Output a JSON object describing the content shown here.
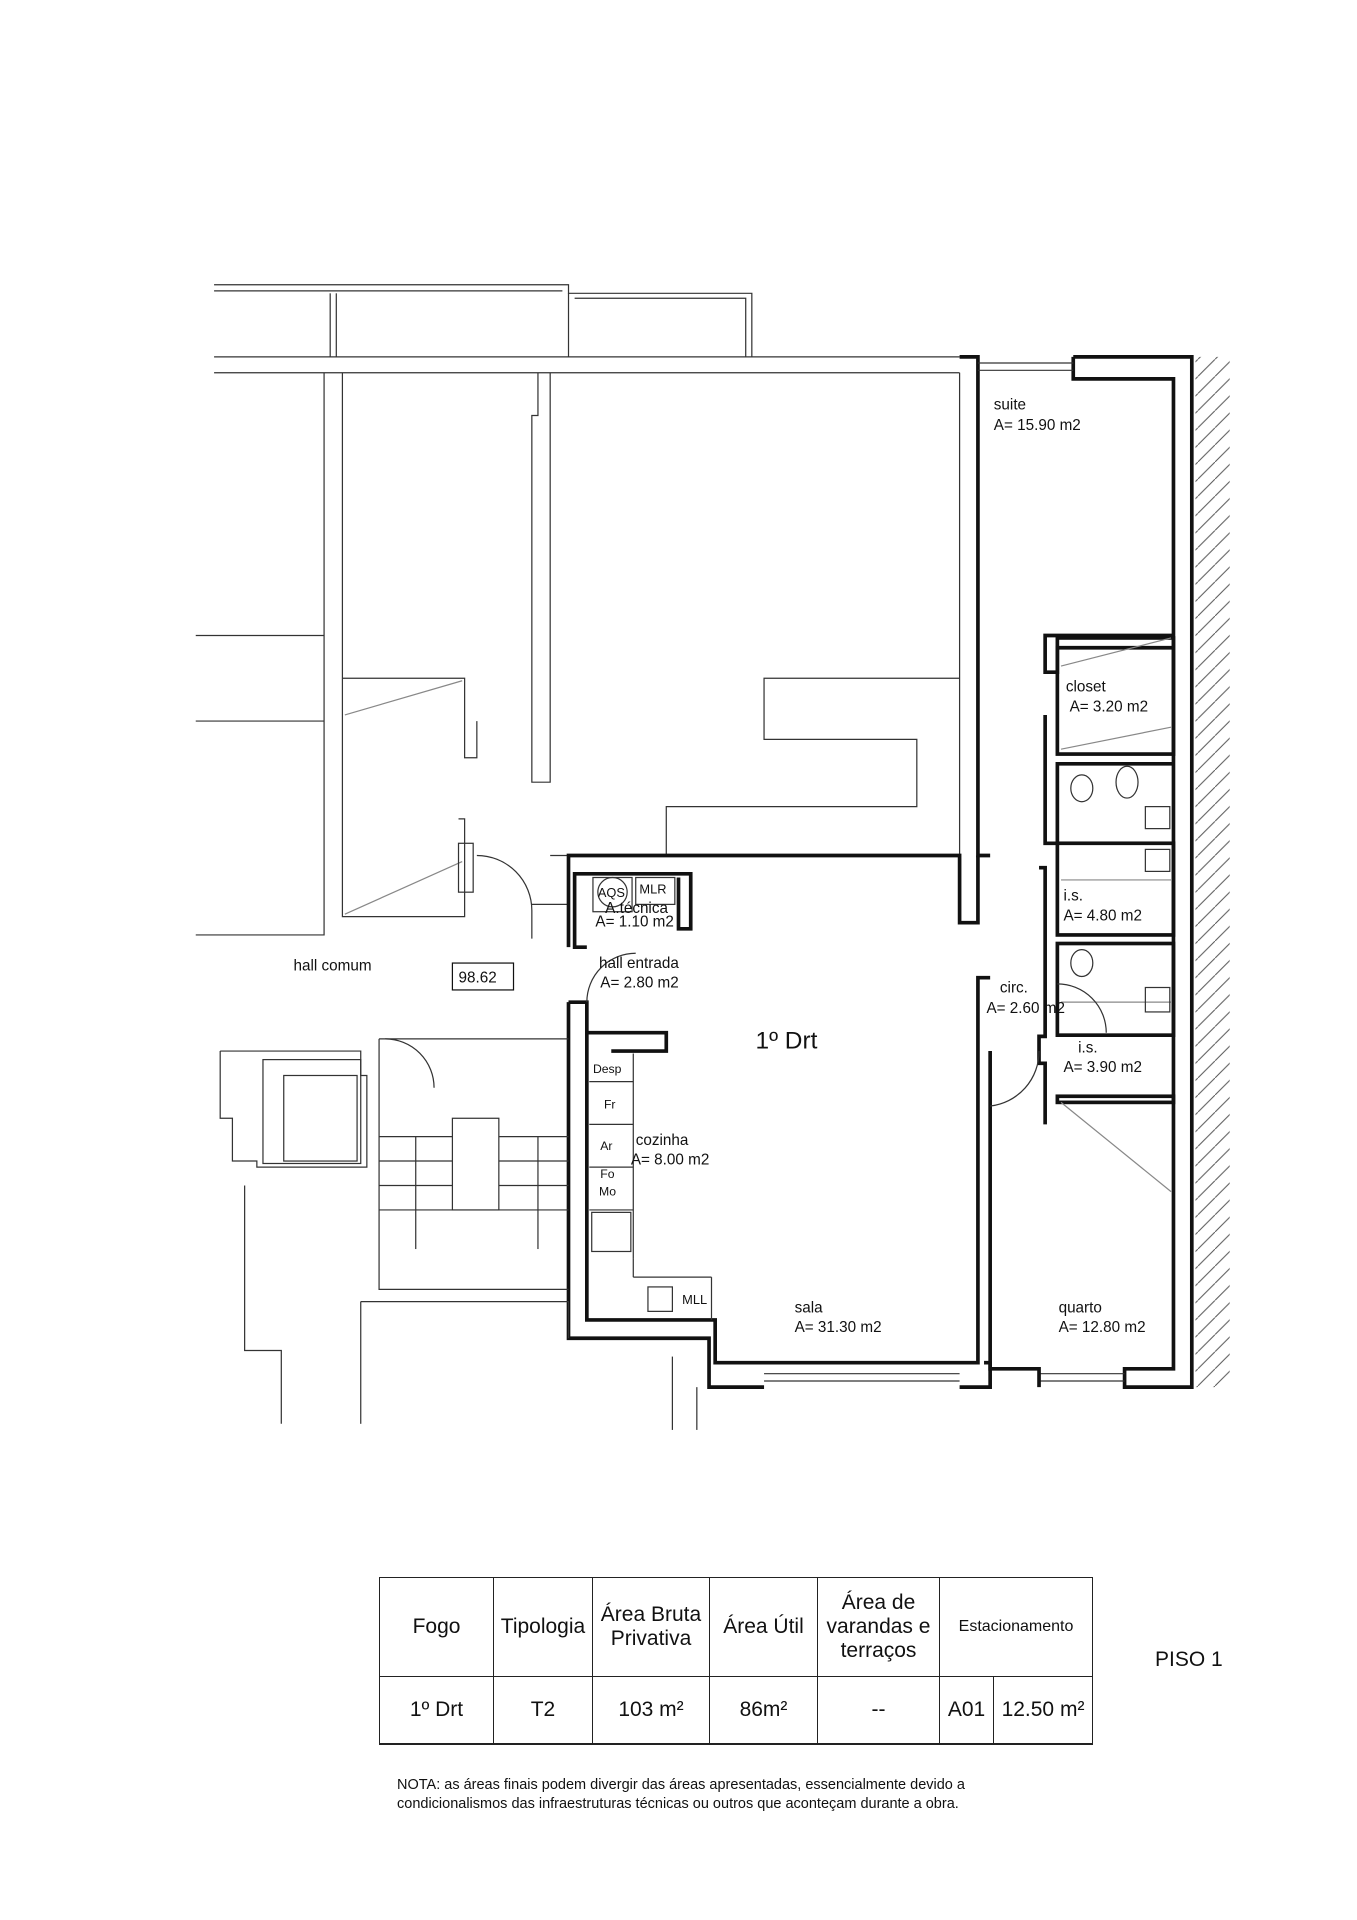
{
  "plan": {
    "unit_label": "1º Drt",
    "common_area_label": "hall comum",
    "common_area_value": "98.62",
    "rooms": {
      "suite": {
        "name": "suite",
        "area": "A= 15.90 m2"
      },
      "closet": {
        "name": "closet",
        "area": "A= 3.20 m2"
      },
      "is1": {
        "name": "i.s.",
        "area": "A= 4.80 m2"
      },
      "circ": {
        "name": "circ.",
        "area": "A= 2.60 m2"
      },
      "is2": {
        "name": "i.s.",
        "area": "A= 3.90 m2"
      },
      "quarto": {
        "name": "quarto",
        "area": "A= 12.80 m2"
      },
      "sala": {
        "name": "sala",
        "area": "A= 31.30 m2"
      },
      "cozinha": {
        "name": "cozinha",
        "area": "A= 8.00 m2"
      },
      "hall": {
        "name": "hall entrada",
        "area": "A= 2.80 m2"
      },
      "tecnica": {
        "name": "A.técnica",
        "area": "A= 1.10 m2"
      }
    },
    "equipment": {
      "aqs": "AQS",
      "mlr": "MLR",
      "mll": "MLL",
      "desp": "Desp",
      "fr": "Fr",
      "ar": "Ar",
      "fo": "Fo",
      "mo": "Mo"
    }
  },
  "table": {
    "headers": {
      "fogo": "Fogo",
      "tipologia": "Tipologia",
      "area_bruta": "Área Bruta Privativa",
      "area_util": "Área Útil",
      "varandas": "Área de varandas e terraços",
      "estacionamento": "Estacionamento"
    },
    "row": {
      "fogo": "1º Drt",
      "tipologia": "T2",
      "area_bruta": "103 m²",
      "area_util": "86m²",
      "varandas": "--",
      "lugar": "A01",
      "lugar_area": "12.50 m²"
    }
  },
  "floor_label": "PISO 1",
  "note_line1": "NOTA: as áreas finais podem divergir das áreas apresentadas, essencialmente devido a",
  "note_line2": "condicionalismos das infraestruturas técnicas ou outros que aconteçam durante a obra."
}
